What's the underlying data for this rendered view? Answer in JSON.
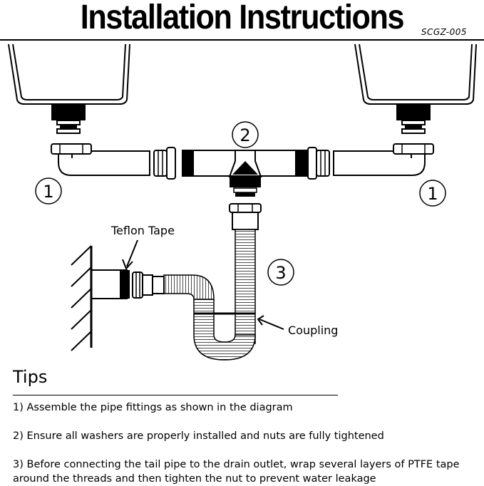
{
  "header": {
    "title": "Installation Instructions",
    "model_code": "SCGZ-005"
  },
  "diagram": {
    "step_markers": [
      "1",
      "2",
      "3",
      "1"
    ],
    "labels": {
      "teflon_tape": "Teflon Tape",
      "coupling": "Coupling"
    }
  },
  "tips": {
    "heading": "Tips",
    "items": [
      "1) Assemble the pipe fittings as shown in the diagram",
      "2) Ensure all washers are properly installed and nuts are fully tightened",
      "3) Before connecting the tail pipe to the drain outlet, wrap several layers of PTFE tape around the threads and then tighten the nut to prevent water leakage"
    ]
  }
}
